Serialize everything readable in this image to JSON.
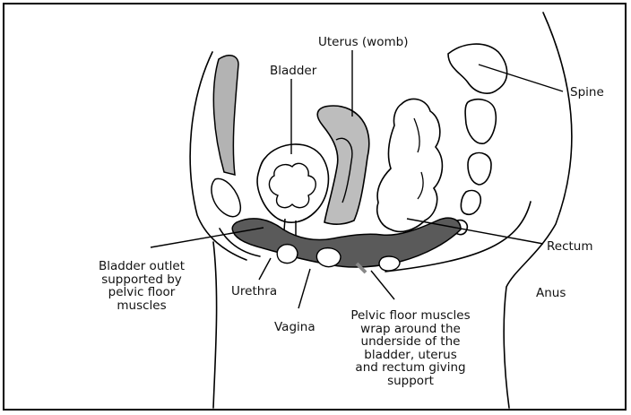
{
  "colors": {
    "pelvic_floor": "#5a5a5a",
    "uterus": "#bdbdbd",
    "abdominal_wall": "#b3b3b3",
    "outline": "#000000"
  },
  "labels": {
    "uterus": "Uterus (womb)",
    "bladder": "Bladder",
    "spine": "Spine",
    "rectum": "Rectum",
    "anus": "Anus",
    "bladder_outlet": "Bladder outlet\nsupported by\npelvic floor\nmuscles",
    "urethra": "Urethra",
    "vagina": "Vagina",
    "pelvic_floor": "Pelvic floor muscles\nwrap around the\nunderside of the\nbladder, uterus\nand rectum giving\nsupport"
  }
}
